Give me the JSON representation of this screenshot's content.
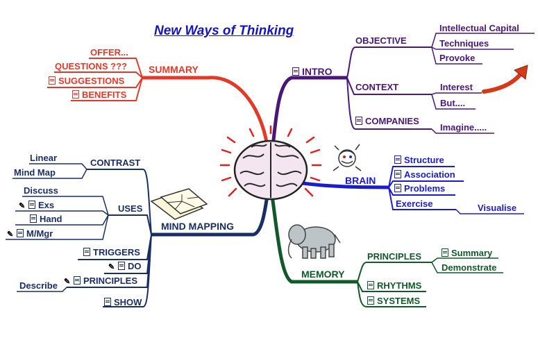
{
  "title": "New Ways of Thinking",
  "colors": {
    "summary": "#e23a2a",
    "intro": "#4a1778",
    "brain": "#1c1ccf",
    "mind_mapping": "#1a2e66",
    "memory": "#11592a"
  },
  "central": {
    "image": "brain-icon"
  },
  "summary": {
    "label": "SUMMARY",
    "children": [
      "OFFER...",
      "QUESTIONS ???",
      "SUGGESTIONS",
      "BENEFITS"
    ]
  },
  "intro": {
    "label": "INTRO",
    "objective": {
      "label": "OBJECTIVE",
      "children": [
        "Intellectual Capital",
        "Techniques",
        "Provoke"
      ]
    },
    "context": {
      "label": "CONTEXT",
      "children": [
        "Interest",
        "But...."
      ]
    },
    "companies": {
      "label": "COMPANIES",
      "children": [
        "Imagine....."
      ]
    }
  },
  "brain": {
    "label": "BRAIN",
    "children": [
      "Structure",
      "Association",
      "Problems",
      "Exercise"
    ],
    "exercise_child": "Visualise"
  },
  "mind_mapping": {
    "label": "MIND MAPPING",
    "contrast": {
      "label": "CONTRAST",
      "children": [
        "Linear",
        "Mind Map"
      ]
    },
    "uses": {
      "label": "USES",
      "children": [
        "Discuss",
        "Exs",
        "Hand",
        "M/Mgr"
      ]
    },
    "triggers": "TRIGGERS",
    "do": "DO",
    "principles": {
      "label": "PRINCIPLES",
      "children": [
        "Describe"
      ]
    },
    "show": "SHOW"
  },
  "memory": {
    "label": "MEMORY",
    "principles": {
      "label": "PRINCIPLES",
      "children": [
        "Summary",
        "Demonstrate"
      ]
    },
    "rhythms": "RHYTHMS",
    "systems": "SYSTEMS"
  }
}
